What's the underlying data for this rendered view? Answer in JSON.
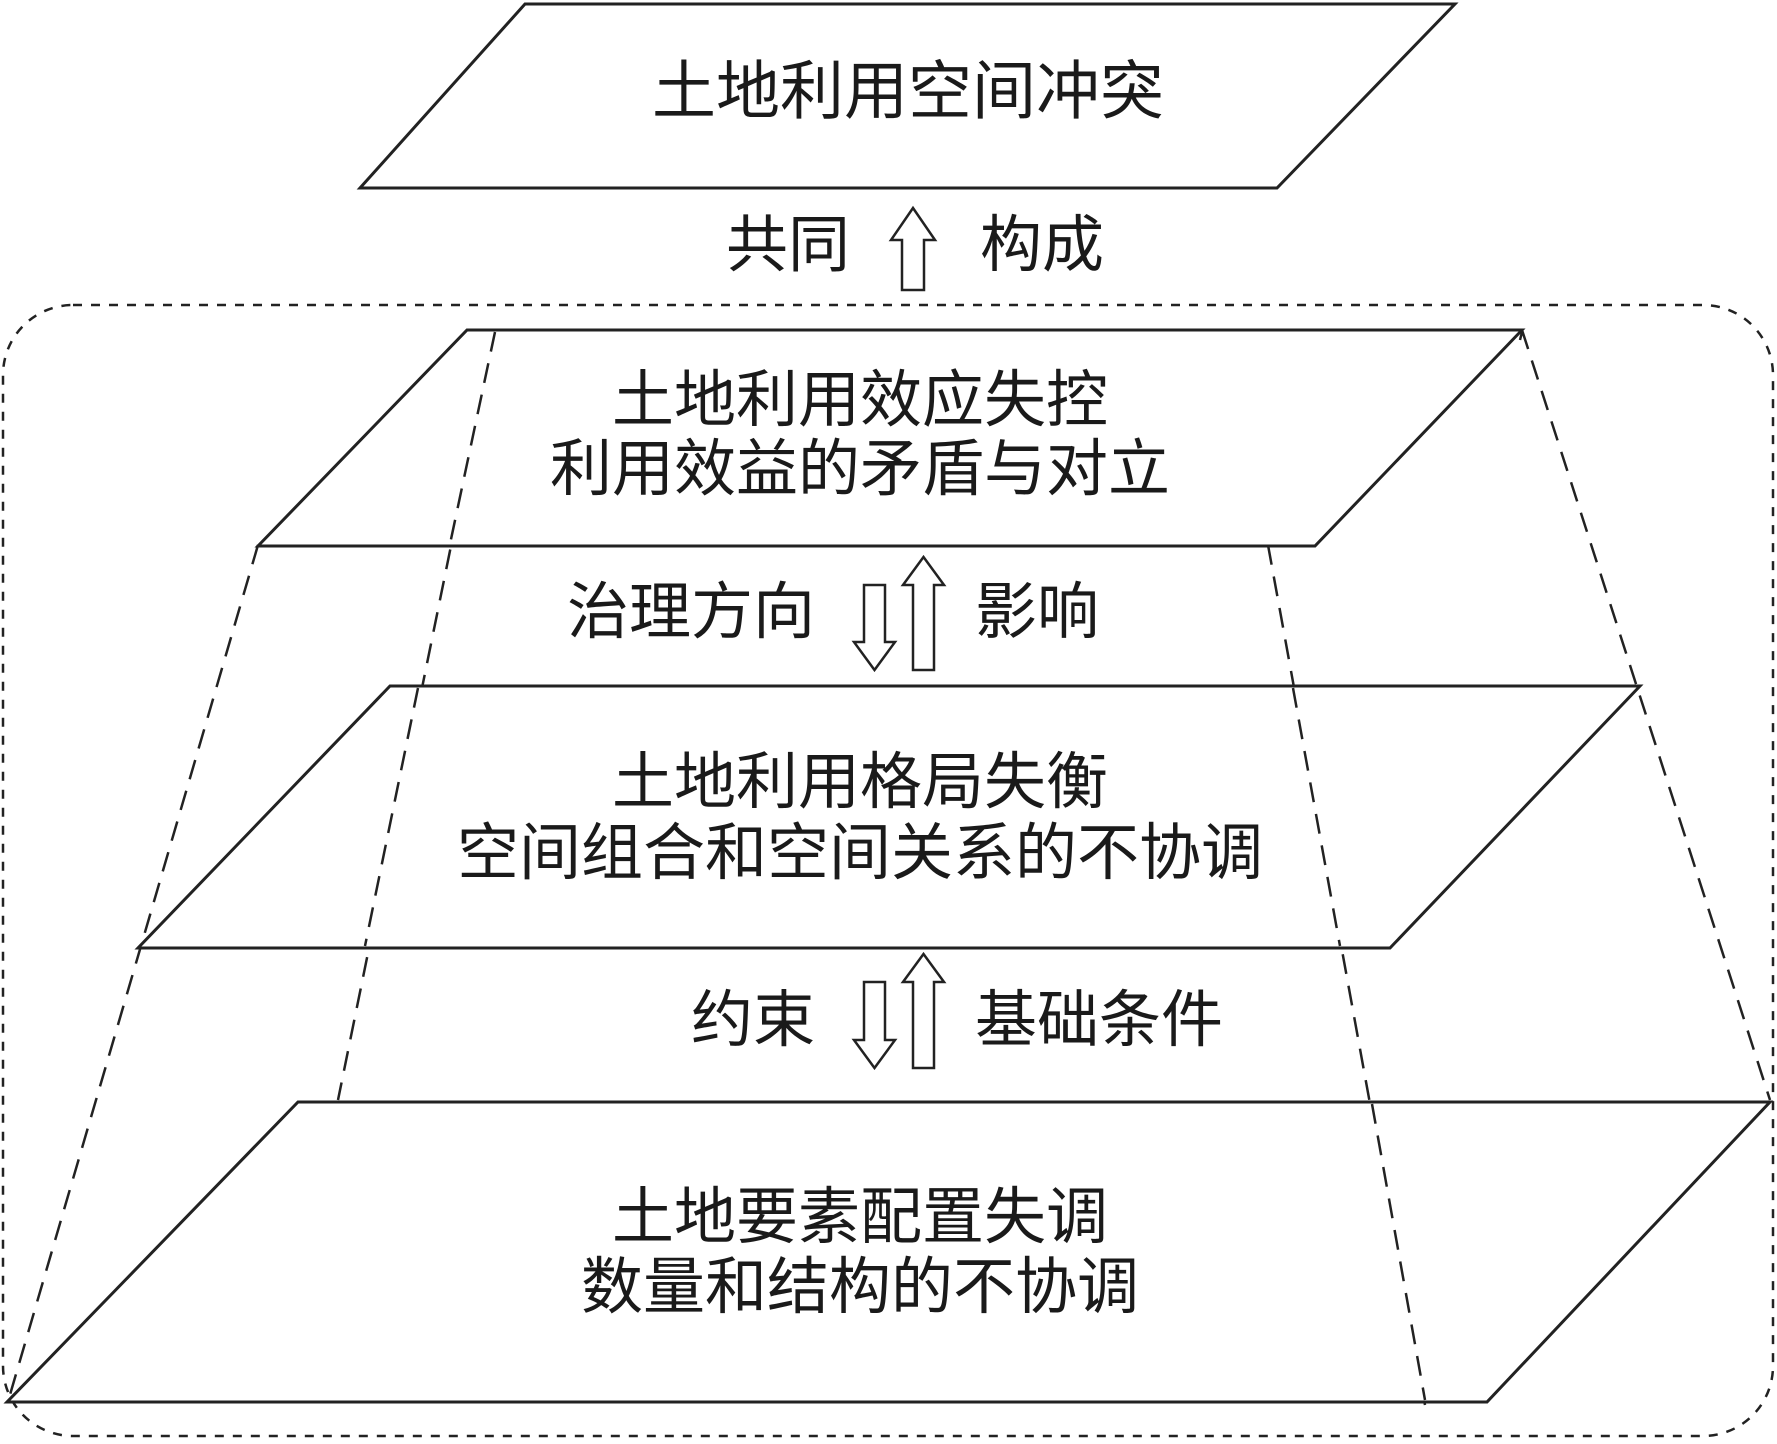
{
  "layers": {
    "top": {
      "line1": "土地利用空间冲突"
    },
    "effect": {
      "line1": "土地利用效应失控",
      "line2": "利用效益的矛盾与对立"
    },
    "pattern": {
      "line1": "土地利用格局失衡",
      "line2": "空间组合和空间关系的不协调"
    },
    "factor": {
      "line1": "土地要素配置失调",
      "line2": "数量和结构的不协调"
    }
  },
  "relations": {
    "top_to_effect": {
      "left": "共同",
      "right": "构成"
    },
    "effect_to_pattern": {
      "left": "治理方向",
      "right": "影响"
    },
    "pattern_to_factor": {
      "left": "约束",
      "right": "基础条件"
    }
  }
}
